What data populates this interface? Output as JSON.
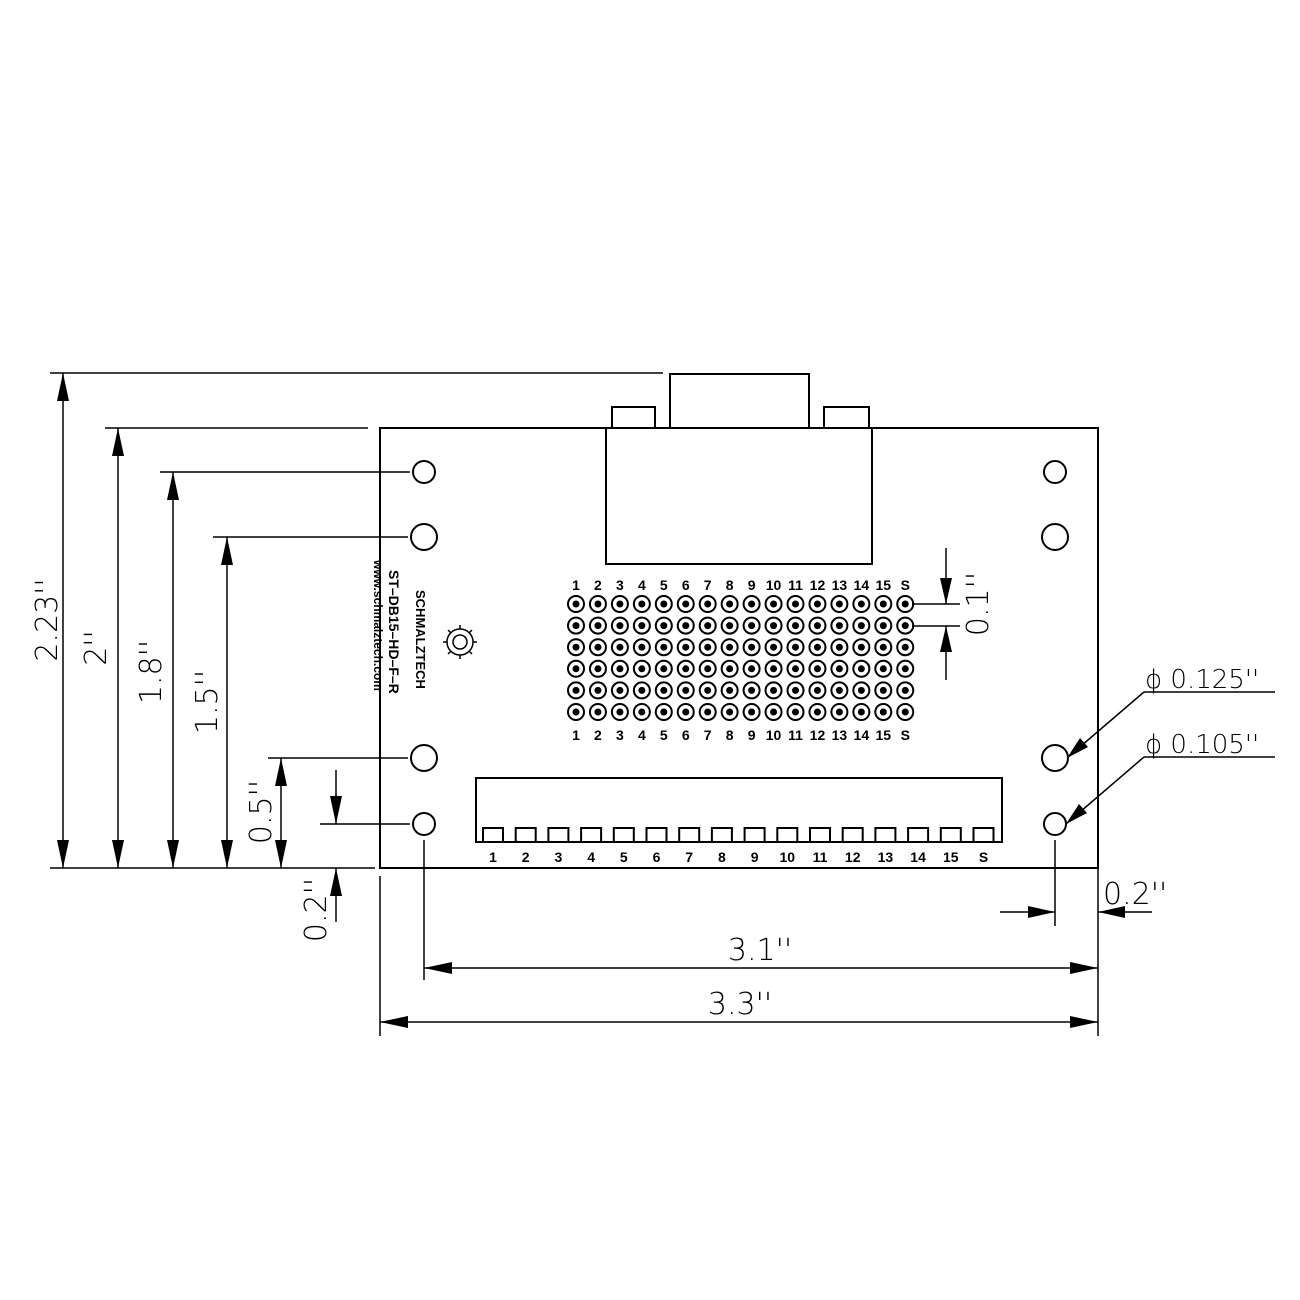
{
  "dimensions": {
    "total_height": "2.23''",
    "height_2": "2''",
    "height_1_8": "1.8''",
    "height_1_5": "1.5''",
    "height_0_5": "0.5''",
    "offset_0_2_left": "0.2''",
    "pitch": "0.1''",
    "hole_diameter_large": "ϕ 0.125''",
    "hole_diameter_small": "ϕ 0.105''",
    "offset_0_2_right": "0.2''",
    "width_3_1": "3.1''",
    "width_3_3": "3.3''"
  },
  "board": {
    "model_label": "ST–DB15–HD–F–R",
    "website_label": "www.schmalztech.com",
    "brand_label": "SCHMALZTECH"
  },
  "pin_labels": [
    "1",
    "2",
    "3",
    "4",
    "5",
    "6",
    "7",
    "8",
    "9",
    "10",
    "11",
    "12",
    "13",
    "14",
    "15",
    "S"
  ],
  "grid": {
    "rows": 6,
    "cols": 16
  },
  "colors": {
    "line": "#000000",
    "background": "#ffffff"
  }
}
